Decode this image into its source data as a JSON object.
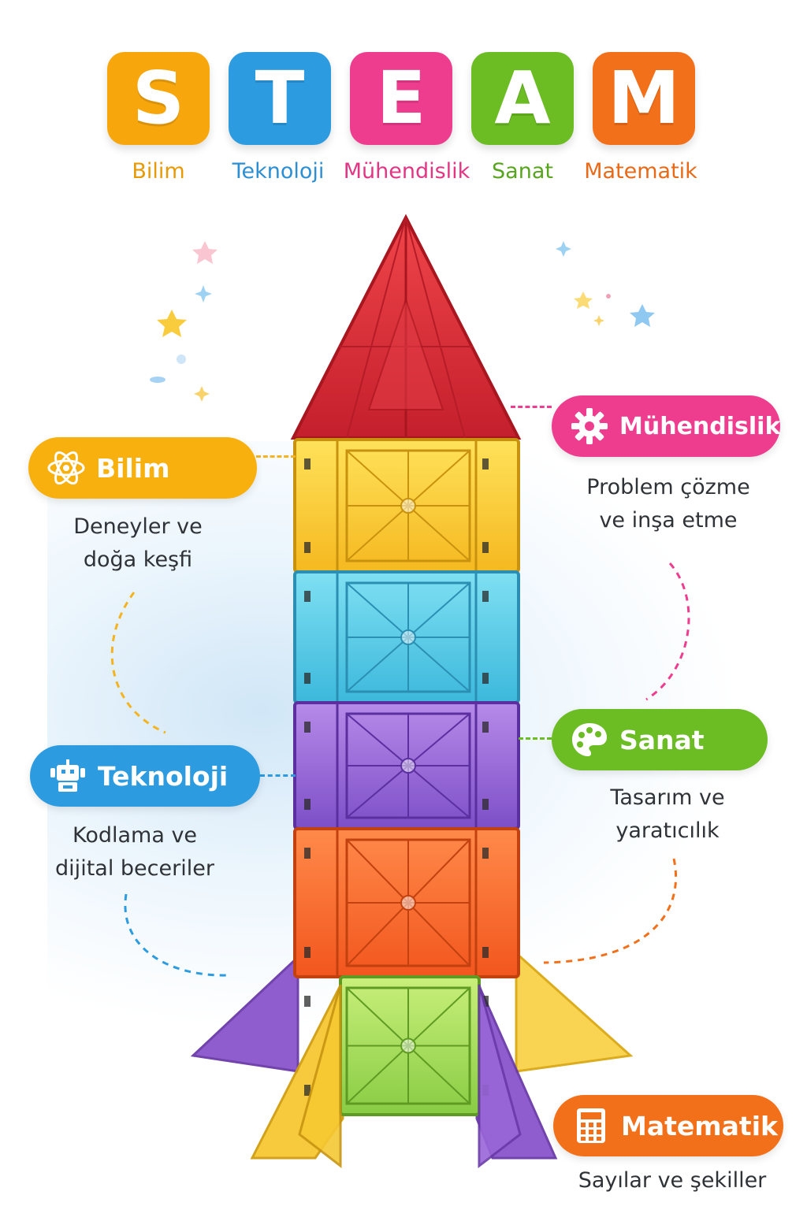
{
  "header": {
    "tiles": [
      {
        "letter": "S",
        "label": "Bilim",
        "color": "#F7A70C",
        "label_color": "#E79A05"
      },
      {
        "letter": "T",
        "label": "Teknoloji",
        "color": "#2C9BE0",
        "label_color": "#2C8FD3"
      },
      {
        "letter": "E",
        "label": "Mühendislik",
        "color": "#EE3D8E",
        "label_color": "#E23685"
      },
      {
        "letter": "A",
        "label": "Sanat",
        "color": "#6CBC24",
        "label_color": "#58A520"
      },
      {
        "letter": "M",
        "label": "Matematik",
        "color": "#F3701A",
        "label_color": "#E86A18"
      }
    ]
  },
  "cards": {
    "bilim": {
      "title": "Bilim",
      "desc_1": "Deneyler ve",
      "desc_2": "doğa keşfi",
      "color": "#F8B00E",
      "icon": "atom-icon"
    },
    "teknoloji": {
      "title": "Teknoloji",
      "desc_1": "Kodlama ve",
      "desc_2": "dijital beceriler",
      "color": "#2C9BE0",
      "icon": "robot-icon"
    },
    "muhendislik": {
      "title": "Mühendislik",
      "desc_1": "Problem çözme",
      "desc_2": "ve inşa etme",
      "color": "#EE3D8E",
      "icon": "gear-icon"
    },
    "sanat": {
      "title": "Sanat",
      "desc_1": "Tasarım ve",
      "desc_2": "yaratıcılık",
      "color": "#6CBC24",
      "icon": "palette-icon"
    },
    "matematik": {
      "title": "Matematik",
      "desc_1": "Sayılar ve şekiller",
      "color": "#F3701A",
      "icon": "calculator-icon"
    }
  }
}
